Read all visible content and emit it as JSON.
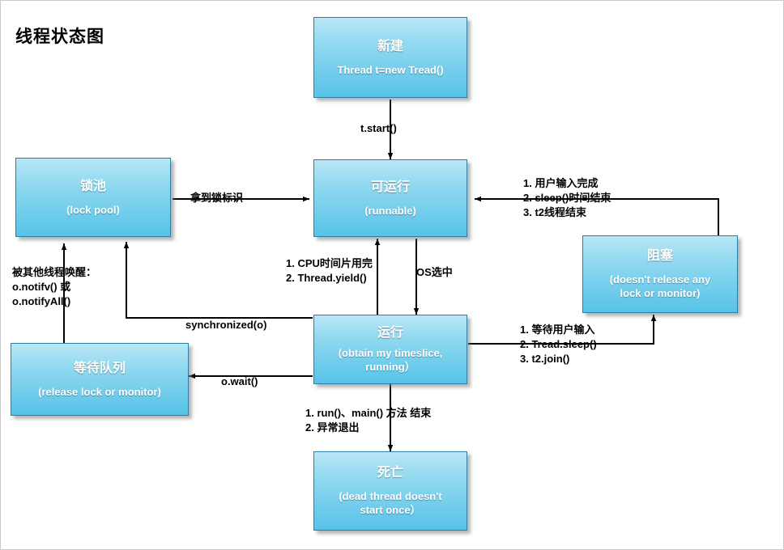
{
  "diagram": {
    "title": "线程状态图",
    "accent_fill_top": "#b9e7f6",
    "accent_fill_bottom": "#57c3e8",
    "border_color": "#2b7fa0",
    "text_color": "#ffffff",
    "nodes": [
      {
        "id": "new",
        "title": "新建",
        "sub": "Thread t=new Tread()"
      },
      {
        "id": "runnable",
        "title": "可运行",
        "sub": "(runnable)"
      },
      {
        "id": "lockpool",
        "title": "锁池",
        "sub": "(lock pool)"
      },
      {
        "id": "blocked",
        "title": "阻塞",
        "sub": "(doesn't release any\nlock or monitor)"
      },
      {
        "id": "running",
        "title": "运行",
        "sub": "(obtain my timeslice,\nrunning）"
      },
      {
        "id": "waitqueue",
        "title": "等待队列",
        "sub": "(release lock or monitor)"
      },
      {
        "id": "dead",
        "title": "死亡",
        "sub": "(dead thread doesn't\nstart once）"
      }
    ],
    "edge_labels": [
      {
        "id": "t-start",
        "text": "t.start()"
      },
      {
        "id": "get-lock",
        "text": "拿到锁标识"
      },
      {
        "id": "wake-up",
        "text": "被其他线程唤醒：\no.notifv() 或\no.notifyAll()"
      },
      {
        "id": "cpu-yield",
        "text": "1. CPU时间片用完\n2. Thread.yield()"
      },
      {
        "id": "os-select",
        "text": "OS选中"
      },
      {
        "id": "synchronized",
        "text": "synchronized(o)"
      },
      {
        "id": "o-wait",
        "text": "o.wait()"
      },
      {
        "id": "to-blocked",
        "text": "1. 等待用户输入\n2. Tread.sleep()\n3. t2.join()"
      },
      {
        "id": "from-blocked",
        "text": "1. 用户输入完成\n2. sleep()时间结束\n3. t2线程结束"
      },
      {
        "id": "to-dead",
        "text": "1. run()、main() 方法 结束\n2. 异常退出"
      }
    ]
  }
}
